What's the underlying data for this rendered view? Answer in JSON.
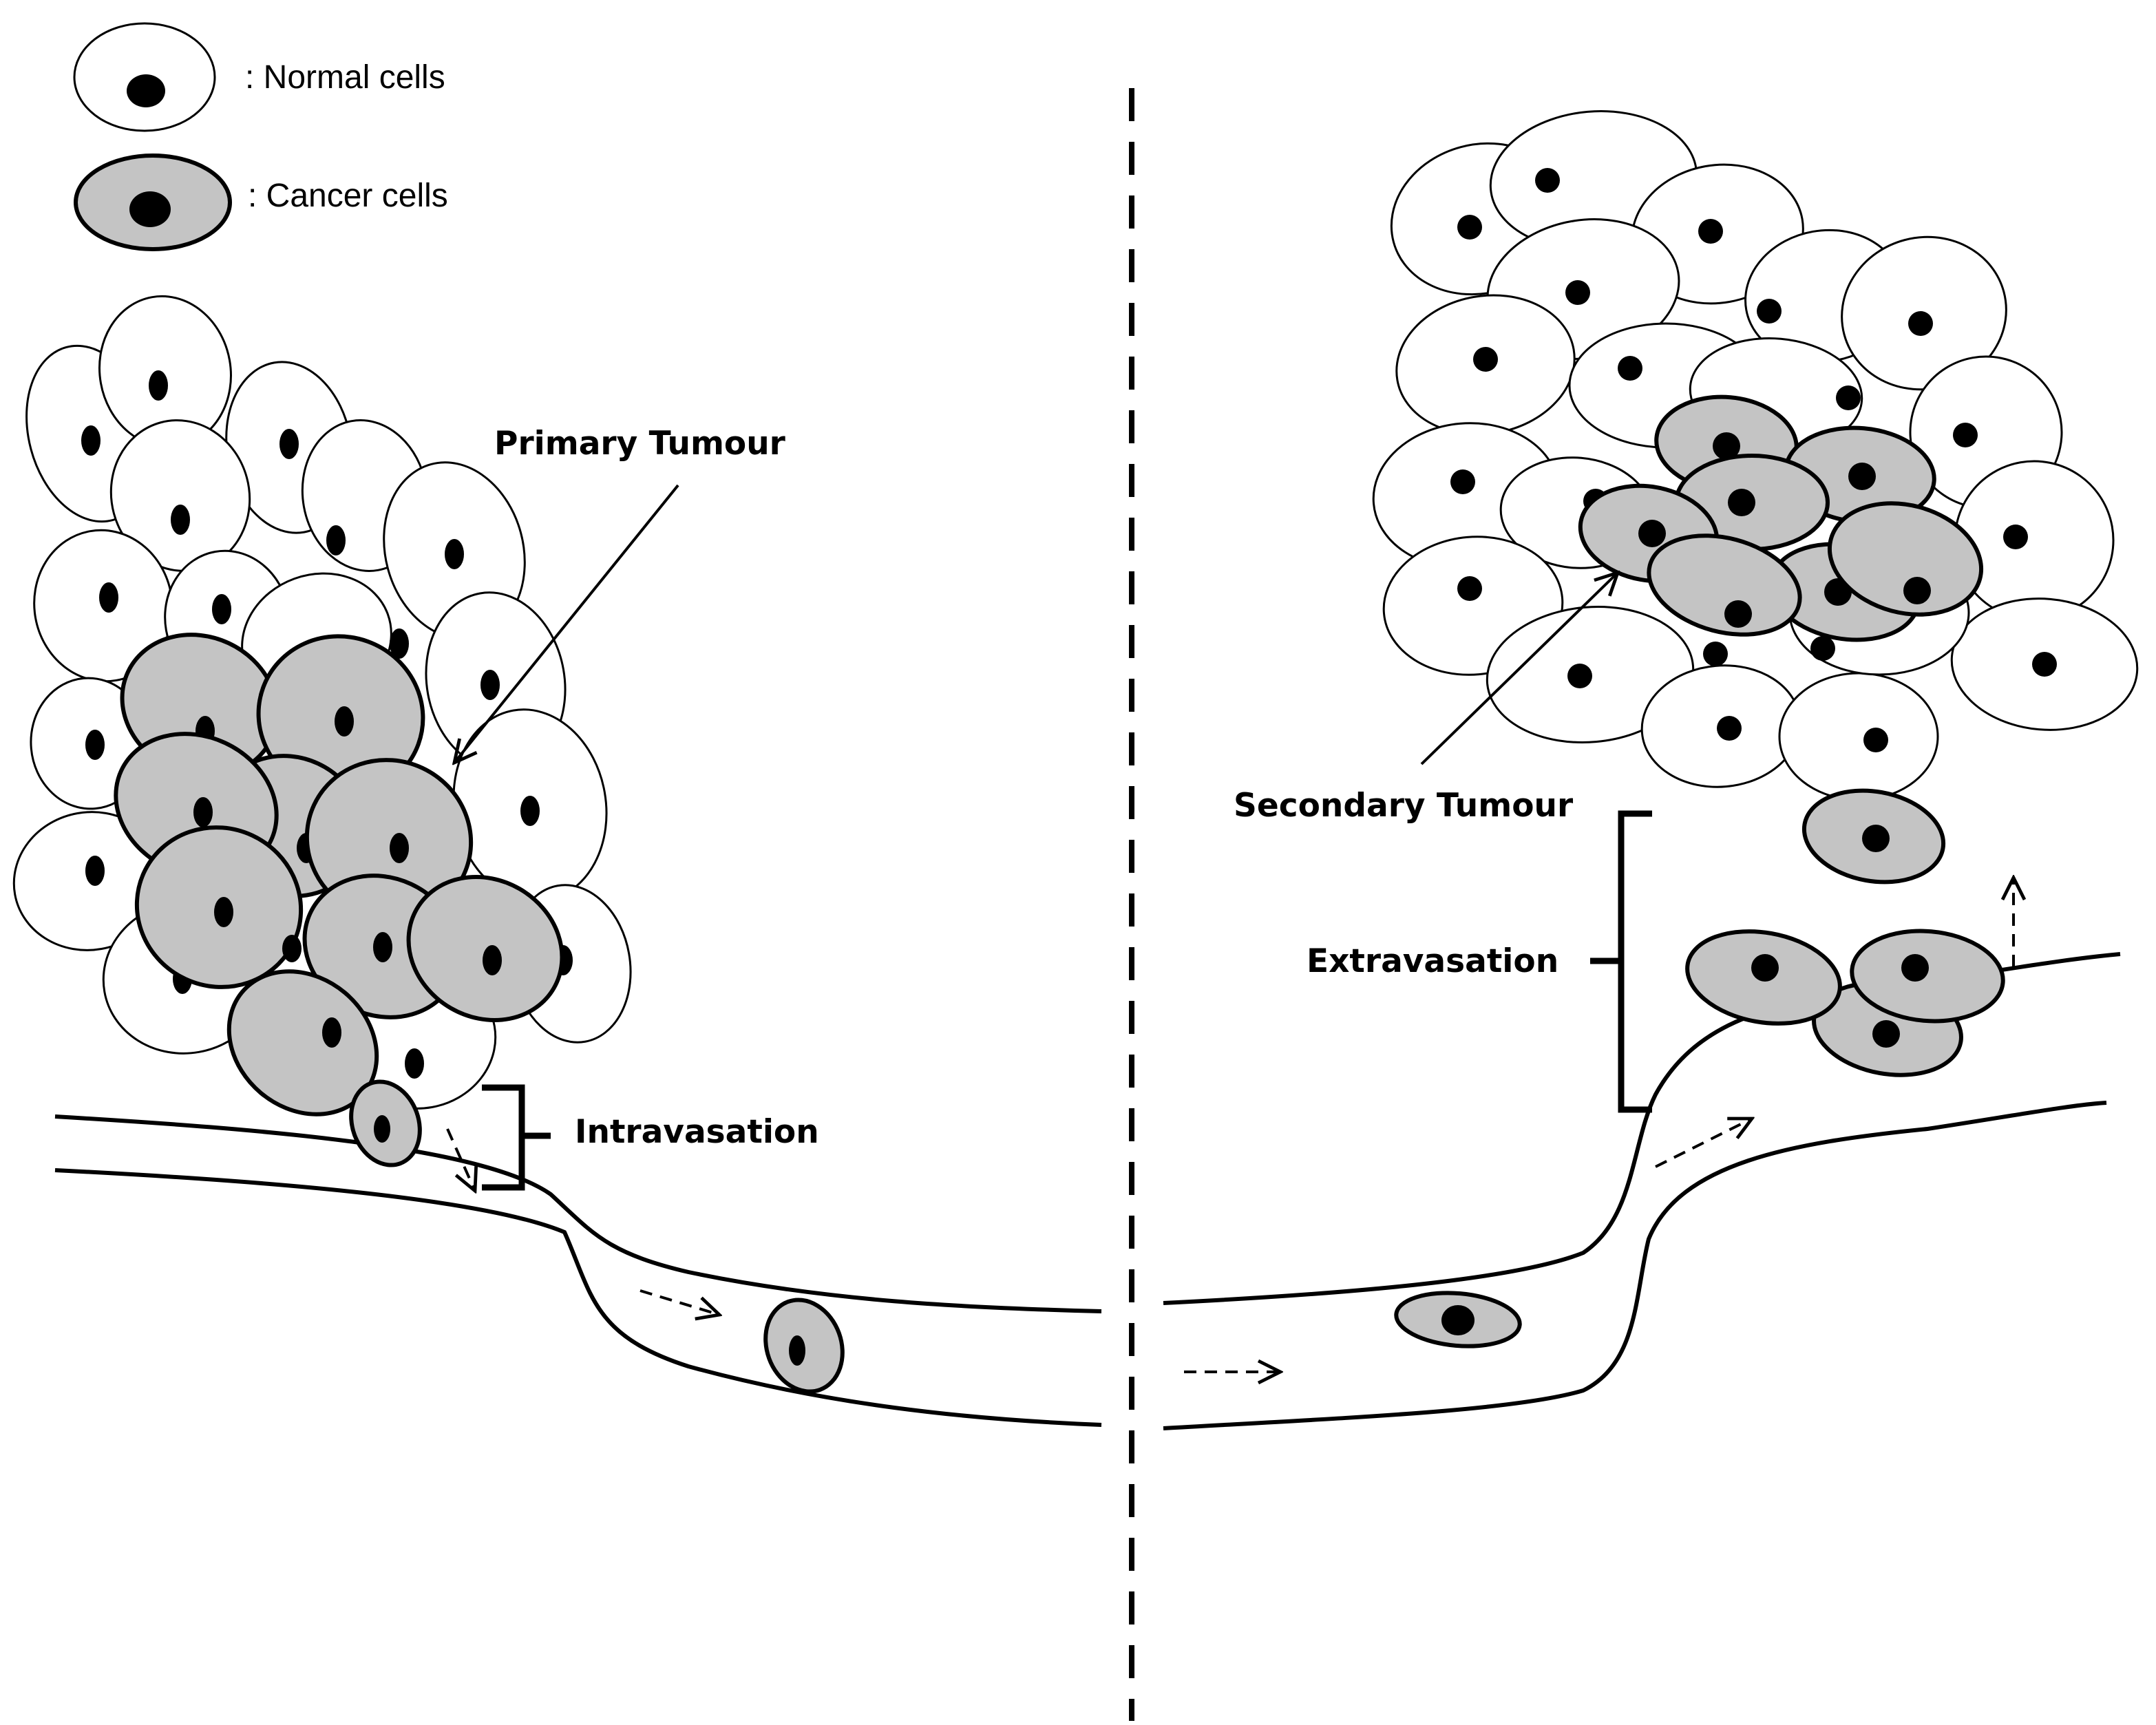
{
  "legend": {
    "normal_label": ": Normal cells",
    "cancer_label": ": Cancer cells"
  },
  "labels": {
    "primary_tumour": "Primary Tumour",
    "secondary_tumour": "Secondary Tumour",
    "intravasation": "Intravasation",
    "extravasation": "Extravasation"
  },
  "colors": {
    "normal_cell_fill": "#ffffff",
    "cancer_cell_fill": "#c4c4c4",
    "outline": "#000000"
  }
}
